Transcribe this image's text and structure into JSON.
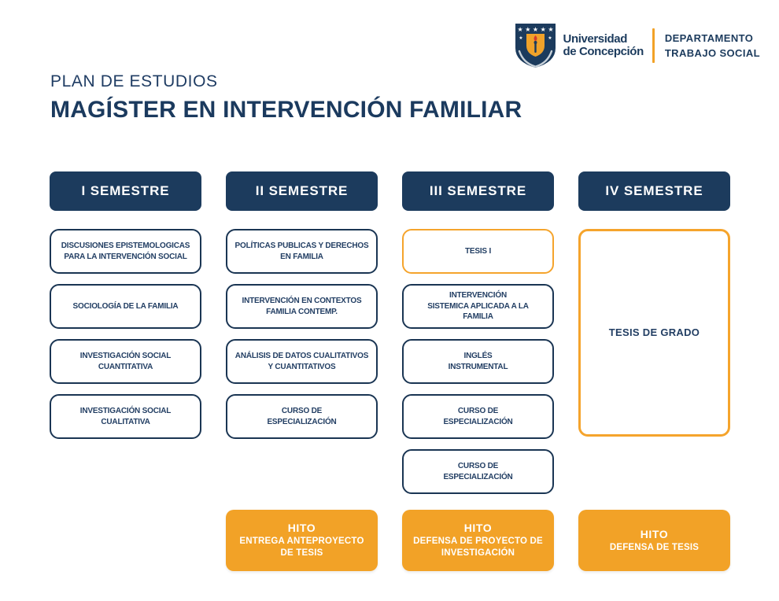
{
  "brand": {
    "logo_name": "universidad-de-concepcion-shield",
    "university_line1": "Universidad",
    "university_line2": "de Concepción",
    "department_line1": "DEPARTAMENTO",
    "department_line2": "TRABAJO SOCIAL"
  },
  "title": {
    "kicker": "PLAN DE ESTUDIOS",
    "main": "MAGÍSTER EN INTERVENCIÓN FAMILIAR"
  },
  "colors": {
    "navy": "#1C3B5D",
    "navy_border": "#1A3553",
    "orange": "#F2A227",
    "orange_border": "#F5A42C",
    "white": "#FFFFFF"
  },
  "columns": [
    {
      "header": "I SEMESTRE",
      "courses": [
        {
          "label": "DISCUSIONES EPISTEMOLOGICAS\nPARA LA INTERVENCIÓN SOCIAL"
        },
        {
          "label": "SOCIOLOGÍA DE LA FAMILIA"
        },
        {
          "label": "INVESTIGACIÓN SOCIAL\nCUANTITATIVA"
        },
        {
          "label": "INVESTIGACIÓN SOCIAL\nCUALITATIVA"
        }
      ]
    },
    {
      "header": "II SEMESTRE",
      "courses": [
        {
          "label": "POLÍTICAS PUBLICAS Y DERECHOS\nEN FAMILIA"
        },
        {
          "label": "INTERVENCIÓN EN CONTEXTOS\nFAMILIA CONTEMP."
        },
        {
          "label": "ANÁLISIS DE DATOS CUALITATIVOS\nY CUANTITATIVOS"
        },
        {
          "label": "CURSO DE\nESPECIALIZACIÓN"
        }
      ],
      "hito": {
        "title": "HITO",
        "subtitle": "ENTREGA ANTEPROYECTO\nDE TESIS"
      }
    },
    {
      "header": "III SEMESTRE",
      "courses": [
        {
          "label": "TESIS I",
          "accent": "orange"
        },
        {
          "label": "INTERVENCIÓN\nSISTEMICA APLICADA A LA\nFAMILIA"
        },
        {
          "label": "INGLÉS\nINSTRUMENTAL"
        },
        {
          "label": "CURSO DE\nESPECIALIZACIÓN"
        },
        {
          "label": "CURSO DE\nESPECIALIZACIÓN"
        }
      ],
      "hito": {
        "title": "HITO",
        "subtitle": "DEFENSA DE PROYECTO DE\nINVESTIGACIÓN"
      }
    },
    {
      "header": "IV SEMESTRE",
      "courses": [
        {
          "label": "TESIS DE GRADO",
          "accent": "orange",
          "tall": true
        }
      ],
      "hito": {
        "title": "HITO",
        "subtitle": "DEFENSA DE TESIS"
      }
    }
  ]
}
